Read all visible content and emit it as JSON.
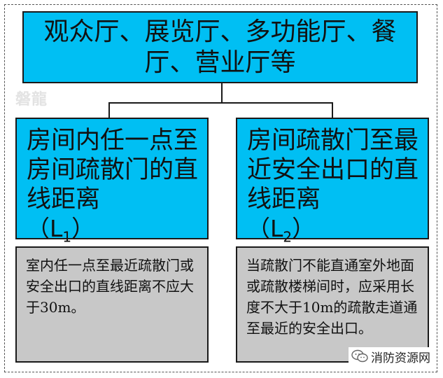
{
  "top": {
    "title": "观众厅、展览厅、多功能厅、餐厅、营业厅等"
  },
  "watermark": "磐龍",
  "left": {
    "heading": "房间内任一点至房间疏散门的直线距离",
    "subscript_label": "（L",
    "subscript_index": "1",
    "subscript_close": "）",
    "description": "室内任一点至最近疏散门或安全出口的直线距离不应大于30m。"
  },
  "right": {
    "heading": "房间疏散门至最近安全出口的直线距离",
    "subscript_label": "（L",
    "subscript_index": "2",
    "subscript_close": "）",
    "description": "当疏散门不能直通室外地面或疏散楼梯间时，应采用长度不大于10m的疏散走道通至最近的安全出口。"
  },
  "brand": {
    "name": "消防资源网",
    "icon": "wechat-icon"
  },
  "colors": {
    "header_fill": "#00bff3",
    "body_fill": "#c8c8c8",
    "border": "#1a1a1a"
  }
}
